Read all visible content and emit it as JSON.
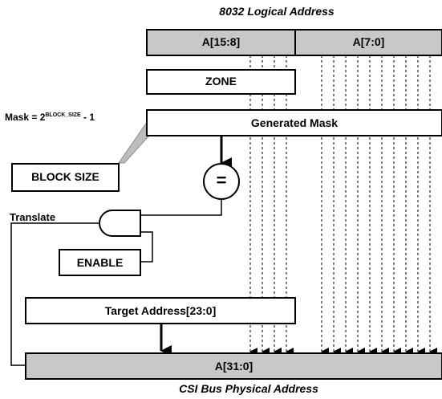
{
  "title_top": "8032 Logical Address",
  "title_bottom": "CSI Bus Physical Address",
  "boxes": {
    "high_byte": "A[15:8]",
    "low_byte": "A[7:0]",
    "zone": "ZONE",
    "generated_mask": "Generated Mask",
    "block_size": "BLOCK SIZE",
    "enable": "ENABLE",
    "target_address": "Target Address[23:0]",
    "physical_address": "A[31:0]"
  },
  "mask_formula": {
    "prefix": "Mask = 2",
    "exponent": "BLOCK_SIZE",
    "suffix": " - 1"
  },
  "comparator_symbol": "=",
  "translate_label": "Translate",
  "colors": {
    "register_fill": "#c8c8c8",
    "box_fill": "#ffffff",
    "stroke": "#000000",
    "callout_fill": "#bdbdbd"
  }
}
